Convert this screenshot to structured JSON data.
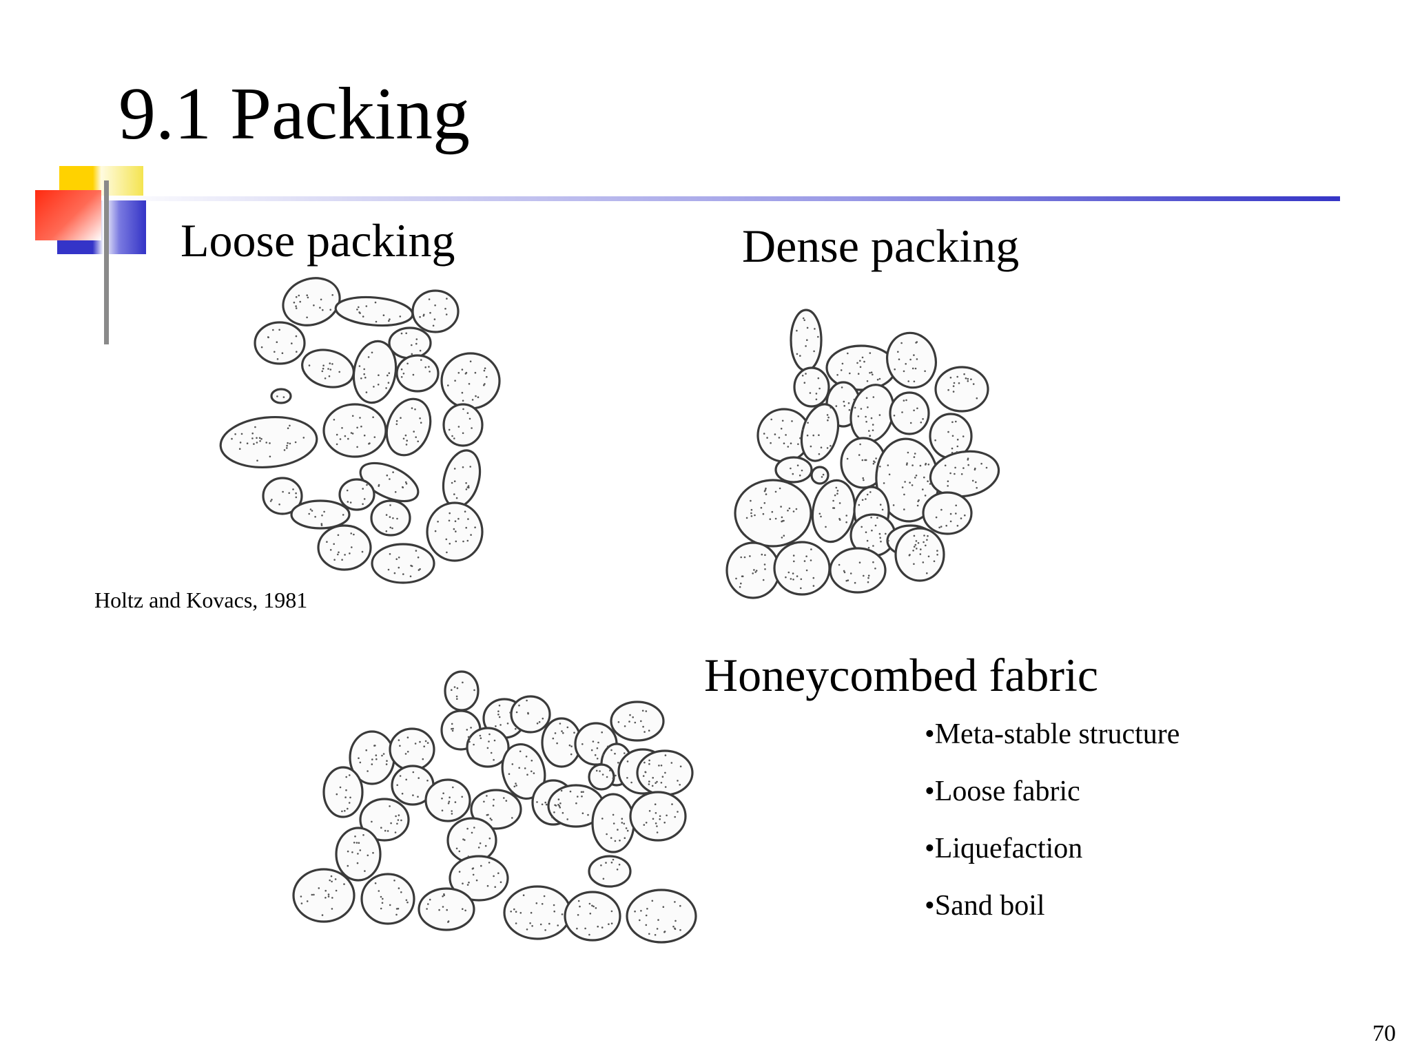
{
  "slide": {
    "title": "9.1 Packing",
    "loose_label": "Loose packing",
    "dense_label": "Dense packing",
    "honeycomb_label": "Honeycombed fabric",
    "citation": "Holtz and Kovacs, 1981",
    "bullets": [
      "•Meta-stable structure",
      "•Loose fabric",
      "•Liquefaction",
      "•Sand boil"
    ],
    "page_number": "70"
  }
}
